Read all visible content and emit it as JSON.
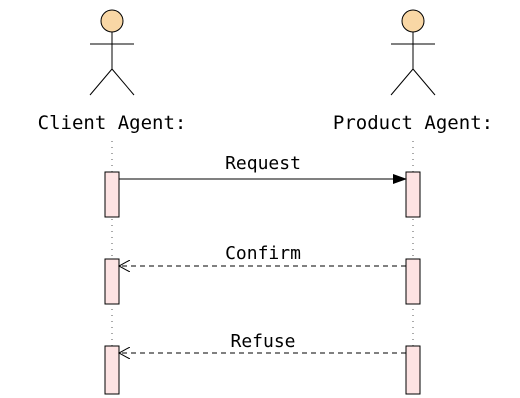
{
  "actors": [
    {
      "id": "client",
      "label": "Client Agent:"
    },
    {
      "id": "product",
      "label": "Product Agent:"
    }
  ],
  "messages": [
    {
      "label": "Request",
      "from": "client",
      "to": "product",
      "style": "solid"
    },
    {
      "label": "Confirm",
      "from": "product",
      "to": "client",
      "style": "dashed"
    },
    {
      "label": "Refuse",
      "from": "product",
      "to": "client",
      "style": "dashed"
    }
  ],
  "colors": {
    "actor_head_fill": "#f9d7a5",
    "activation_fill": "#fde3e3",
    "line": "#000000",
    "lifeline_dot": "#555555"
  }
}
